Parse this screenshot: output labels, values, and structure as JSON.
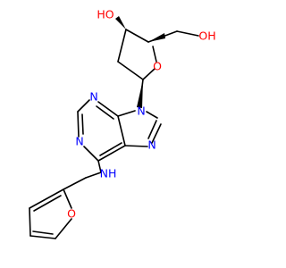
{
  "molecule": {
    "atom_labels": {
      "ho": "HO",
      "oh": "OH",
      "o_ring": "O",
      "n_imid": "N",
      "n_ring_top": "N",
      "n_ring_left": "N",
      "n_imid_right": "N",
      "nh": "NH",
      "o_furan": "O"
    },
    "colors": {
      "bond": "#000000",
      "nitrogen": "#0000ff",
      "oxygen": "#ff0000"
    }
  }
}
